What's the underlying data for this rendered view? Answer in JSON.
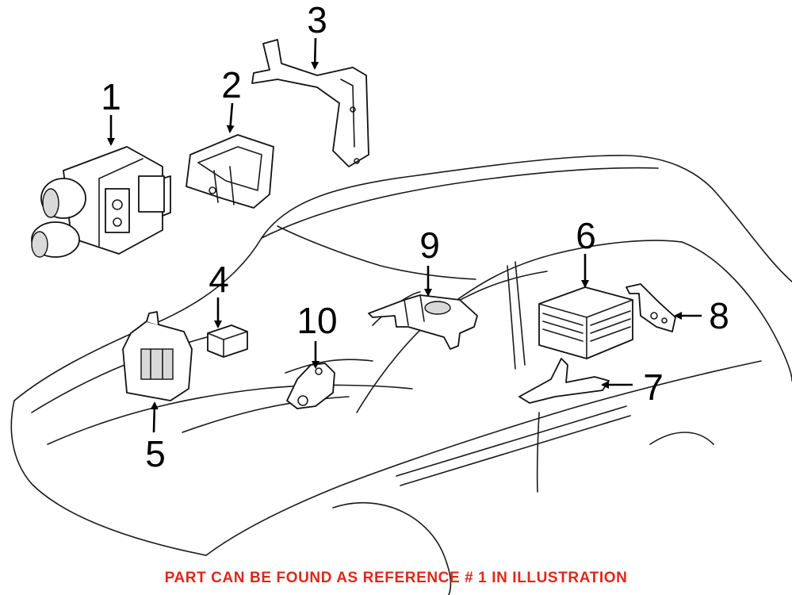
{
  "caption": "PART CAN BE FOUND AS REFERENCE # 1 IN ILLUSTRATION",
  "caption_color": "#e0261b",
  "callouts": [
    {
      "label": "1"
    },
    {
      "label": "2"
    },
    {
      "label": "3"
    },
    {
      "label": "4"
    },
    {
      "label": "5"
    },
    {
      "label": "6"
    },
    {
      "label": "7"
    },
    {
      "label": "8"
    },
    {
      "label": "9"
    },
    {
      "label": "10"
    }
  ]
}
